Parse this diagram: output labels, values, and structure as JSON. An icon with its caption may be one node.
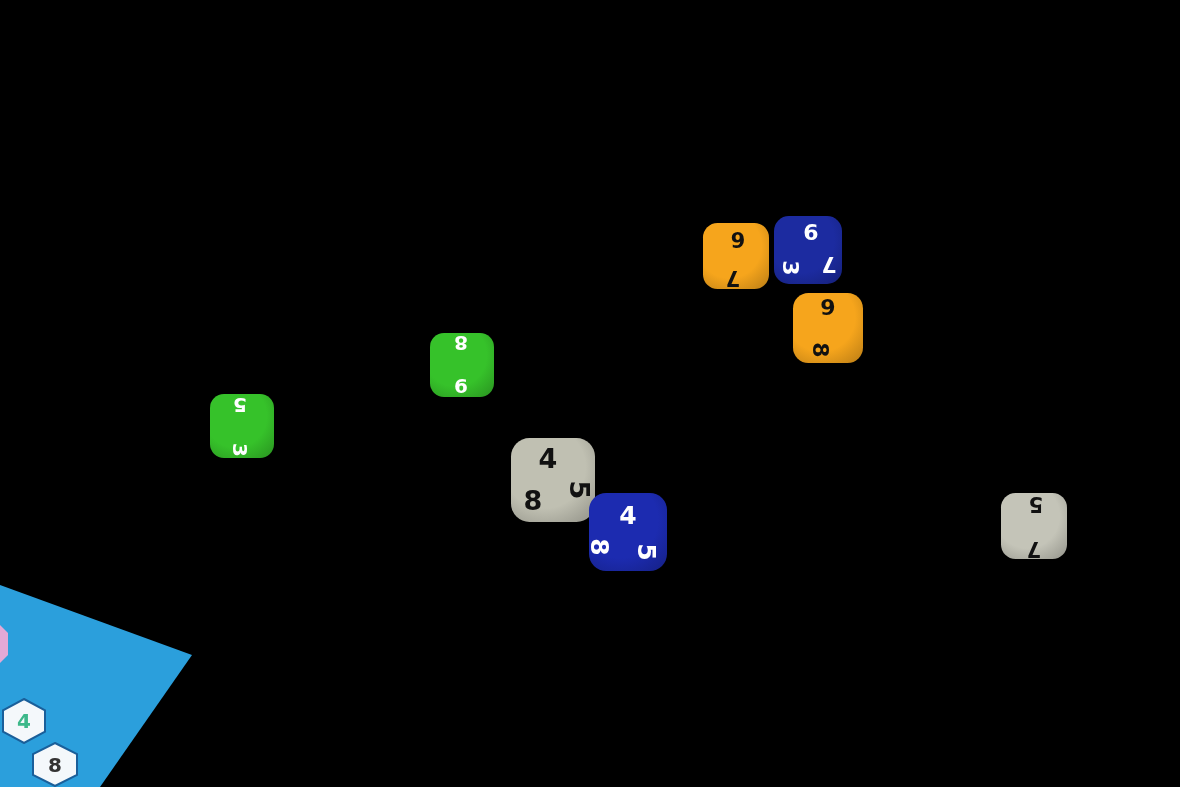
{
  "diagram": {
    "nodes": [
      {
        "text": [
          "6",
          "7"
        ]
      },
      {
        "text": [
          "6",
          "3",
          "7"
        ]
      },
      {
        "text": [
          "9",
          "8"
        ]
      },
      {
        "text": [
          "8",
          "6"
        ]
      },
      {
        "text": [
          "5",
          "3"
        ]
      },
      {
        "text": [
          "4",
          "8",
          "5"
        ]
      },
      {
        "text": [
          "5",
          "7"
        ]
      },
      {
        "text": [
          "4",
          "8",
          "5"
        ]
      },
      {
        "text": [],
        "shape": "box"
      },
      {
        "text": [
          "4"
        ],
        "in": 8
      },
      {
        "text": [
          "8"
        ],
        "in": 8
      }
    ]
  }
}
